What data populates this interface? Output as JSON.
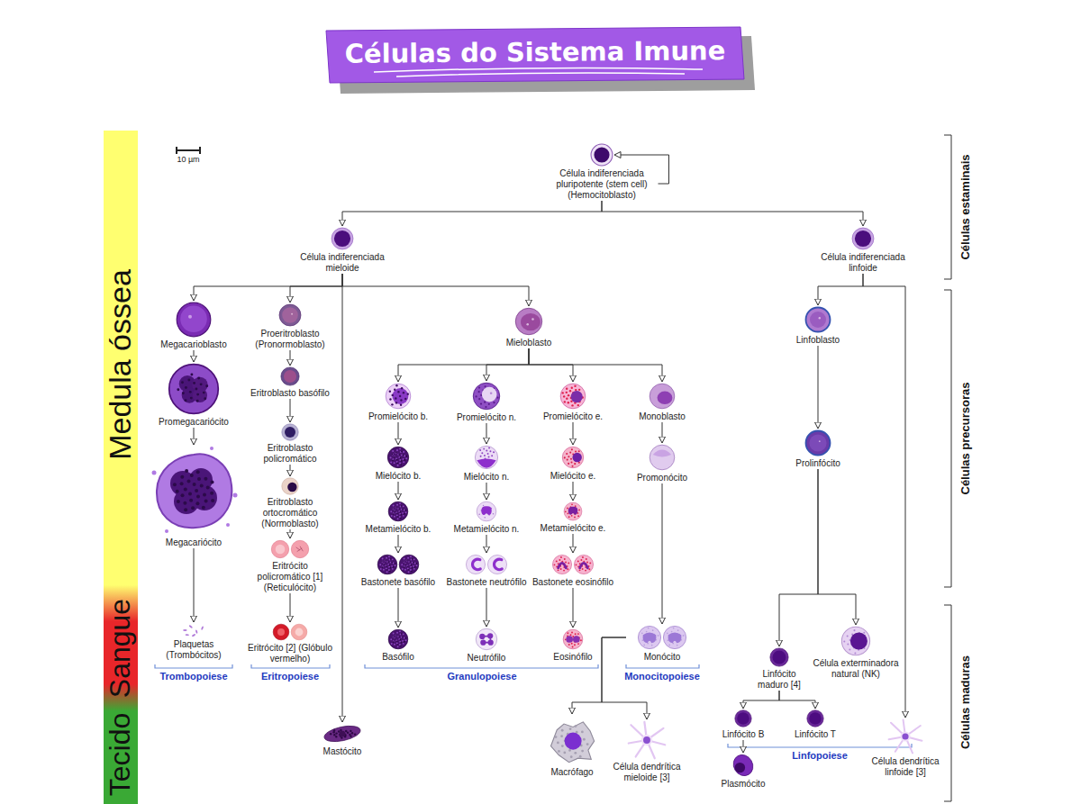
{
  "diagram": {
    "title": "Células do Sistema Imune",
    "nodes": [
      {
        "text": [
          "Célula indiferenciada pluripotente (stem cell) (Hemocitoblasto)"
        ]
      },
      {
        "text": [
          "Célula indiferenciada mieloide"
        ]
      },
      {
        "text": [
          "Célula indiferenciada linfoide"
        ]
      },
      {
        "text": [
          "Megacarioblasto"
        ]
      },
      {
        "text": [
          "Promegacariócito"
        ]
      },
      {
        "text": [
          "Megacariócito"
        ]
      },
      {
        "text": [
          "Plaquetas (Trombócitos)"
        ]
      },
      {
        "text": [
          "Proeritroblasto (Pronormoblasto)"
        ]
      },
      {
        "text": [
          "Eritroblasto basófilo"
        ]
      },
      {
        "text": [
          "Eritroblasto policromático"
        ]
      },
      {
        "text": [
          "Eritroblasto ortocromático (Normoblasto)"
        ]
      },
      {
        "text": [
          "Eritrócito policromático [1] (Reticulócito)"
        ]
      },
      {
        "text": [
          "Eritrócito [2] (Glóbulo vermelho)"
        ]
      },
      {
        "text": [
          "Mastócito"
        ]
      },
      {
        "text": [
          "Mieloblasto"
        ]
      },
      {
        "text": [
          "Promielócito b."
        ]
      },
      {
        "text": [
          "Mielócito b."
        ]
      },
      {
        "text": [
          "Metamielócito b."
        ]
      },
      {
        "text": [
          "Bastonete basófilo"
        ]
      },
      {
        "text": [
          "Basófilo"
        ]
      },
      {
        "text": [
          "Promielócito n."
        ]
      },
      {
        "text": [
          "Mielócito n."
        ]
      },
      {
        "text": [
          "Metamielócito n."
        ]
      },
      {
        "text": [
          "Bastonete neutrófilo"
        ]
      },
      {
        "text": [
          "Neutrófilo"
        ]
      },
      {
        "text": [
          "Promielócito e."
        ]
      },
      {
        "text": [
          "Mielócito e."
        ]
      },
      {
        "text": [
          "Metamielócito e."
        ]
      },
      {
        "text": [
          "Bastonete eosinófilo"
        ]
      },
      {
        "text": [
          "Eosinófilo"
        ]
      },
      {
        "text": [
          "Monoblasto"
        ]
      },
      {
        "text": [
          "Promonócito"
        ]
      },
      {
        "text": [
          "Monócito"
        ]
      },
      {
        "text": [
          "Macrófago"
        ]
      },
      {
        "text": [
          "Célula dendrítica mieloide [3]"
        ]
      },
      {
        "text": [
          "Linfoblasto"
        ]
      },
      {
        "text": [
          "Prolinfócito"
        ]
      },
      {
        "text": [
          "Linfócito maduro [4]"
        ]
      },
      {
        "text": [
          "Célula exterminadora natural (NK)"
        ]
      },
      {
        "text": [
          "Linfócito B"
        ]
      },
      {
        "text": [
          "Linfócito T"
        ]
      },
      {
        "text": [
          "Plasmócito"
        ]
      },
      {
        "text": [
          "Célula dendrítica linfoide [3]"
        ]
      }
    ],
    "edges": [
      {
        "from": 0,
        "to": 0,
        "arrow": "to"
      },
      {
        "from": 0,
        "to": 1,
        "arrow": "to"
      },
      {
        "from": 0,
        "to": 2,
        "arrow": "to"
      },
      {
        "from": 1,
        "to": 3,
        "arrow": "to"
      },
      {
        "from": 1,
        "to": 7,
        "arrow": "to"
      },
      {
        "from": 1,
        "to": 14,
        "arrow": "to"
      },
      {
        "from": 1,
        "to": 13,
        "arrow": "to"
      },
      {
        "from": 3,
        "to": 4,
        "arrow": "to"
      },
      {
        "from": 4,
        "to": 5,
        "arrow": "to"
      },
      {
        "from": 5,
        "to": 6,
        "arrow": "to"
      },
      {
        "from": 7,
        "to": 8,
        "arrow": "to"
      },
      {
        "from": 8,
        "to": 9,
        "arrow": "to"
      },
      {
        "from": 9,
        "to": 10,
        "arrow": "to"
      },
      {
        "from": 10,
        "to": 11,
        "arrow": "to"
      },
      {
        "from": 11,
        "to": 12,
        "arrow": "to"
      },
      {
        "from": 14,
        "to": 15,
        "arrow": "to"
      },
      {
        "from": 14,
        "to": 20,
        "arrow": "to"
      },
      {
        "from": 14,
        "to": 25,
        "arrow": "to"
      },
      {
        "from": 14,
        "to": 30,
        "arrow": "to"
      },
      {
        "from": 15,
        "to": 16,
        "arrow": "to"
      },
      {
        "from": 16,
        "to": 17,
        "arrow": "to"
      },
      {
        "from": 17,
        "to": 18,
        "arrow": "to"
      },
      {
        "from": 18,
        "to": 19,
        "arrow": "to"
      },
      {
        "from": 20,
        "to": 21,
        "arrow": "to"
      },
      {
        "from": 21,
        "to": 22,
        "arrow": "to"
      },
      {
        "from": 22,
        "to": 23,
        "arrow": "to"
      },
      {
        "from": 23,
        "to": 24,
        "arrow": "to"
      },
      {
        "from": 25,
        "to": 26,
        "arrow": "to"
      },
      {
        "from": 26,
        "to": 27,
        "arrow": "to"
      },
      {
        "from": 27,
        "to": 28,
        "arrow": "to"
      },
      {
        "from": 28,
        "to": 29,
        "arrow": "to"
      },
      {
        "from": 30,
        "to": 31,
        "arrow": "to"
      },
      {
        "from": 31,
        "to": 32,
        "arrow": "to"
      },
      {
        "from": 32,
        "to": 33,
        "arrow": "to"
      },
      {
        "from": 32,
        "to": 34,
        "arrow": "to"
      },
      {
        "from": 2,
        "to": 35,
        "arrow": "to"
      },
      {
        "from": 2,
        "to": 42,
        "arrow": "to"
      },
      {
        "from": 35,
        "to": 36,
        "arrow": "to"
      },
      {
        "from": 36,
        "to": 37,
        "arrow": "to"
      },
      {
        "from": 36,
        "to": 38,
        "arrow": "to"
      },
      {
        "from": 37,
        "to": 39,
        "arrow": "to"
      },
      {
        "from": 37,
        "to": 40,
        "arrow": "to"
      },
      {
        "from": 39,
        "to": 41,
        "arrow": "to"
      }
    ],
    "labels": [
      "10 µm",
      "Medula óssea",
      "Sangue",
      "Tecido",
      "Células estaminais",
      "Células precursoras",
      "Células maduras",
      "Trombopoiese",
      "Eritropoiese",
      "Granulopoiese",
      "Monocitopoiese",
      "Linfopoiese"
    ]
  }
}
